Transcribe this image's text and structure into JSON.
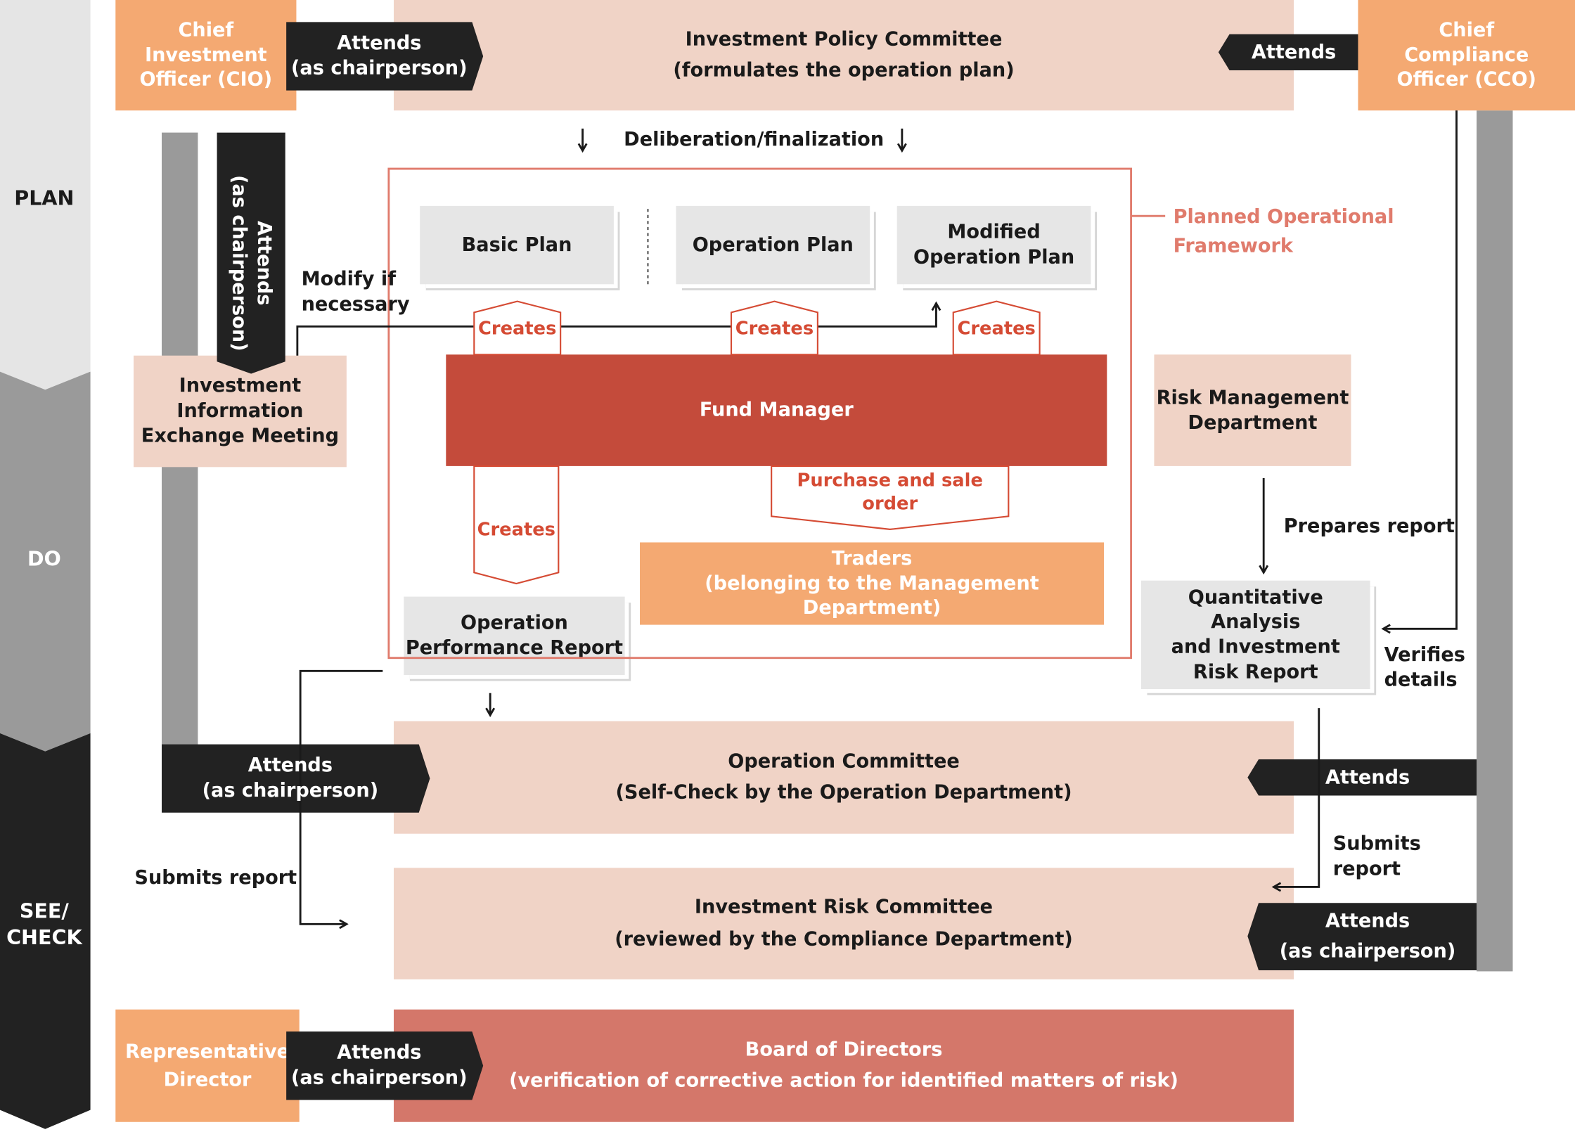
{
  "phases": {
    "plan": "PLAN",
    "do": "DO",
    "see_check": "SEE/\nCHECK"
  },
  "colors": {
    "orange": "#f4a972",
    "pink": "#f0d3c6",
    "red": "#c44b3b",
    "board": "#d4776a",
    "dark": "#222222",
    "grey": "#e6e6e6",
    "frame": "#e07b6c"
  },
  "top": {
    "cio": "Chief\nInvestment\nOfficer (CIO)",
    "cio_attends": "Attends\n(as chairperson)",
    "ipc": "Investment Policy Committee\n(formulates the operation plan)",
    "cco_attends": "Attends",
    "cco": "Chief\nCompliance\nOfficer (CCO)"
  },
  "deliberation": "Deliberation/finalization",
  "framework": {
    "label": "Planned Operational\nFramework",
    "basic_plan": "Basic Plan",
    "operation_plan": "Operation Plan",
    "modified_plan": "Modified\nOperation Plan",
    "creates": [
      "Creates",
      "Creates",
      "Creates",
      "Creates"
    ],
    "fund_manager": "Fund Manager",
    "purchase_order": "Purchase and sale order",
    "traders": "Traders\n(belonging to the Management Department)",
    "performance_report": "Operation\nPerformance Report"
  },
  "left": {
    "attends_vertical": "Attends\n(as chairperson)",
    "modify": "Modify if\nnecessary",
    "info_meeting": "Investment\nInformation\nExchange Meeting",
    "oc_attends": "Attends\n(as chairperson)",
    "submits_report": "Submits report"
  },
  "right": {
    "risk_dept": "Risk Management\nDepartment",
    "prepares_report": "Prepares report",
    "qa_report": "Quantitative Analysis\nand Investment\nRisk Report",
    "verifies": "Verifies\ndetails",
    "oc_attends": "Attends",
    "submits_report": "Submits\nreport",
    "irc_attends": "Attends\n(as chairperson)"
  },
  "committees": {
    "operation": "Operation Committee\n(Self-Check by the Operation Department)",
    "risk": "Investment Risk Committee\n(reviewed by the Compliance Department)"
  },
  "bottom": {
    "rep_director": "Representative\nDirector",
    "attends": "Attends\n(as chairperson)",
    "board": "Board of Directors\n(verification of corrective action for identified matters of risk)"
  }
}
